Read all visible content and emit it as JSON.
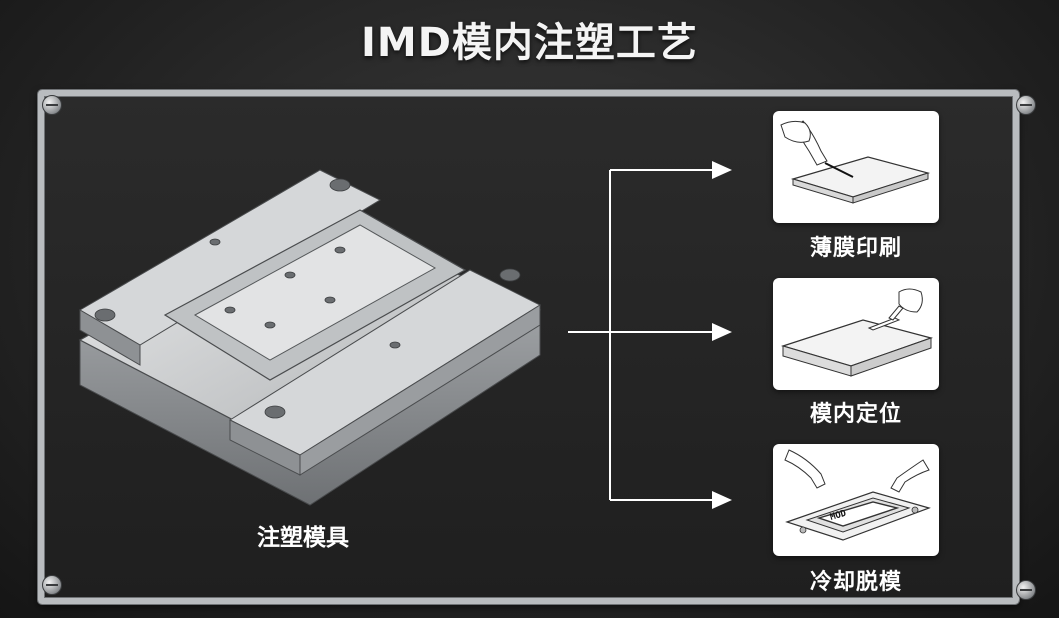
{
  "title": "IMD模内注塑工艺",
  "mold": {
    "label": "注塑模具"
  },
  "steps": [
    {
      "label": "薄膜印刷",
      "icon": "film-printing-icon"
    },
    {
      "label": "模内定位",
      "icon": "in-mold-positioning-icon"
    },
    {
      "label": "冷却脱模",
      "icon": "cooling-demolding-icon"
    }
  ],
  "colors": {
    "background": "#222222",
    "frame": "#b9bcbf",
    "text": "#ffffff",
    "card": "#ffffff"
  }
}
